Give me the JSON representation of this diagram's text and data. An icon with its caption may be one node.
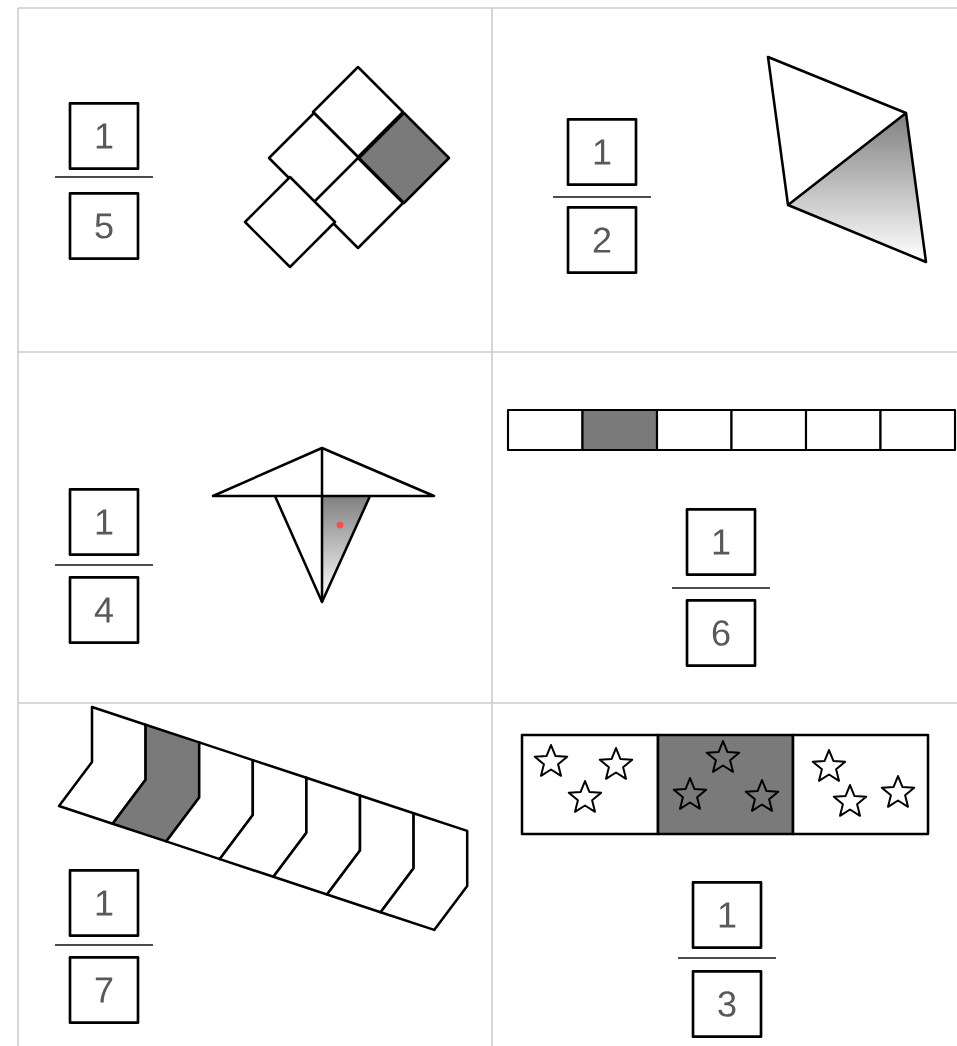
{
  "diagram": {
    "nodes": [
      {
        "text": [
          "1"
        ]
      },
      {
        "text": [
          "5"
        ]
      },
      {
        "text": [
          "1"
        ]
      },
      {
        "text": [
          "2"
        ]
      },
      {
        "text": [
          "1"
        ]
      },
      {
        "text": [
          "4"
        ]
      },
      {
        "text": [
          "1"
        ]
      },
      {
        "text": [
          "6"
        ]
      },
      {
        "text": [
          "1"
        ]
      },
      {
        "text": [
          "7"
        ]
      },
      {
        "text": [
          "1"
        ]
      },
      {
        "text": [
          "3"
        ]
      }
    ]
  }
}
